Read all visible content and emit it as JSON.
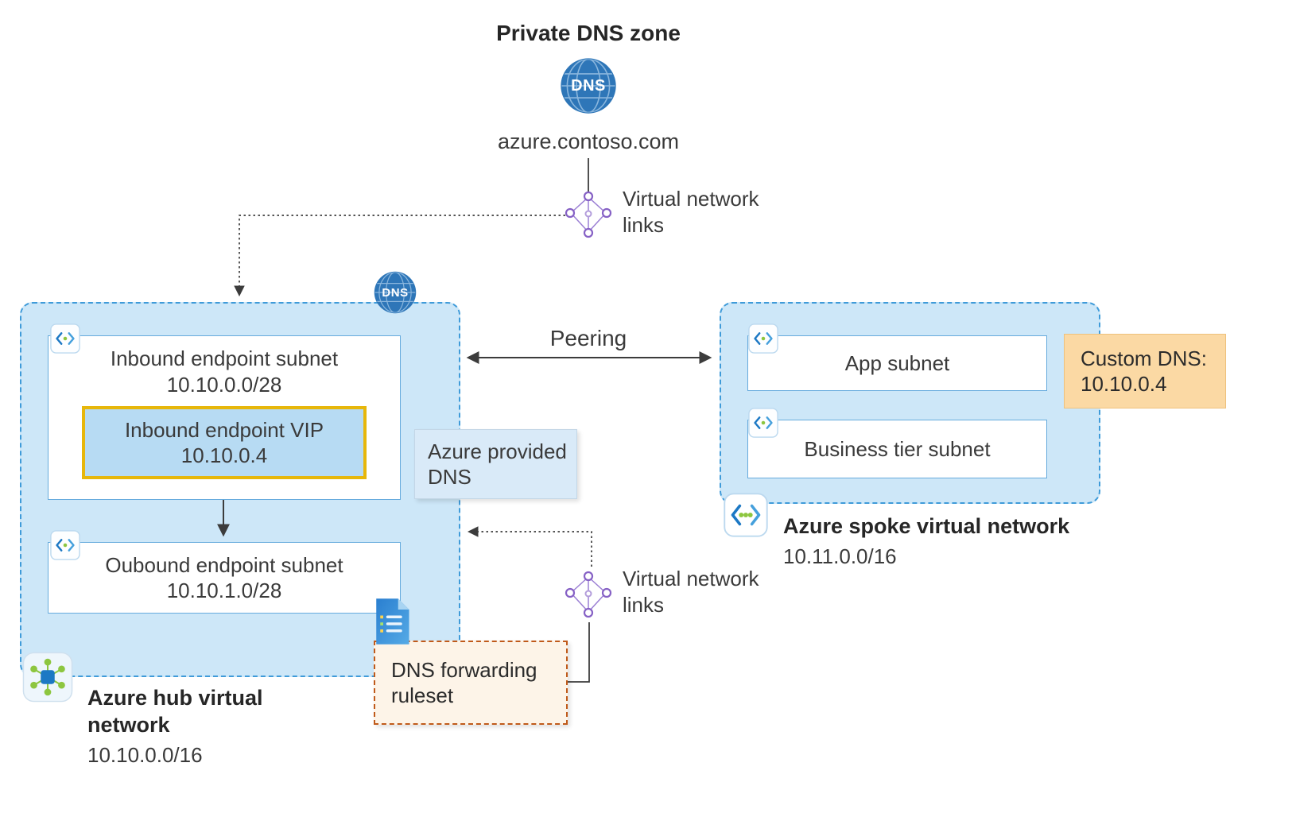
{
  "title": "Private DNS zone",
  "dns": {
    "label": "DNS",
    "domain": "azure.contoso.com"
  },
  "links_top": "Virtual network links",
  "links_bottom": "Virtual network links",
  "peering": "Peering",
  "hub": {
    "name": "Azure hub virtual network",
    "cidr": "10.10.0.0/16",
    "dns_badge": "DNS",
    "inbound": {
      "name": "Inbound endpoint subnet",
      "cidr": "10.10.0.0/28"
    },
    "vip": {
      "name": "Inbound endpoint VIP",
      "ip": "10.10.0.4"
    },
    "outbound": {
      "name": "Oubound endpoint subnet",
      "cidr": "10.10.1.0/28"
    },
    "provided_dns": "Azure provided DNS",
    "ruleset": "DNS forwarding ruleset"
  },
  "spoke": {
    "name": "Azure spoke virtual network",
    "cidr": "10.11.0.0/16",
    "subnets": [
      "App subnet",
      "Business tier subnet"
    ],
    "custom_dns_label": "Custom DNS:",
    "custom_dns_ip": "10.10.0.4"
  },
  "colors": {
    "vnet_fill": "#cde7f8",
    "vnet_border": "#3f9bd9",
    "subnet_border": "#66abdd",
    "vip_fill": "#b7dbf3",
    "vip_border": "#e7b70b",
    "custom_dns_fill": "#fbd9a4",
    "ruleset_fill": "#fdf4e8",
    "ruleset_border": "#c05a1a",
    "provided_dns_fill": "#d9eaf8",
    "dns_globe": "#2e76b8",
    "link_purple": "#8661c5",
    "connector": "#3c3c3c"
  }
}
